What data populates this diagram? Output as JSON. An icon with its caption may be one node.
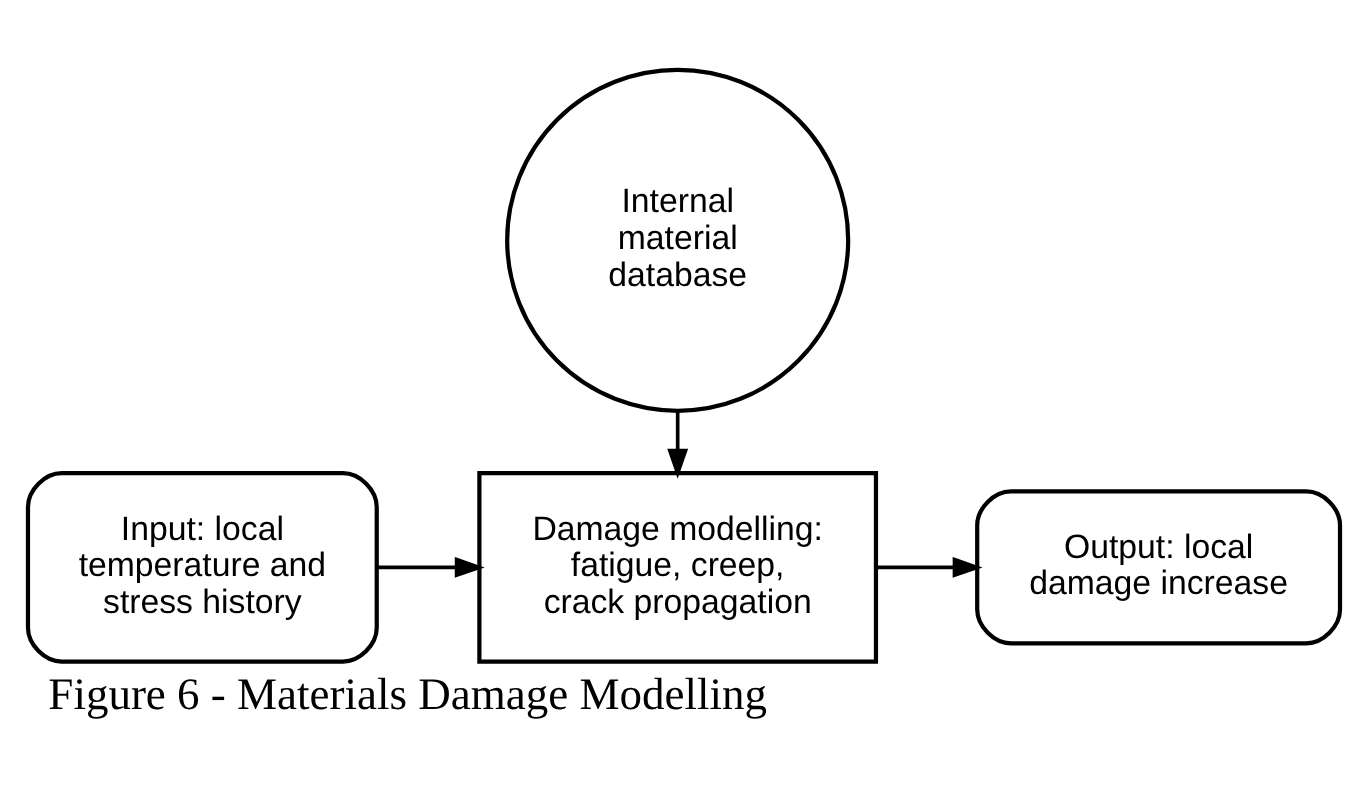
{
  "diagram": {
    "caption": "Figure 6 - Materials Damage Modelling",
    "nodes": [
      {
        "text": [
          "Internal material database"
        ]
      },
      {
        "text": [
          "Input: local temperature and stress history"
        ]
      },
      {
        "text": [
          "Damage modelling: fatigue, creep, crack propagation"
        ]
      },
      {
        "text": [
          "Output: local damage increase"
        ]
      }
    ],
    "edges": [
      {
        "from": 1,
        "to": 2,
        "arrow": "to"
      },
      {
        "from": 2,
        "to": 3,
        "arrow": "to"
      },
      {
        "from": 0,
        "to": 2,
        "arrow": "to"
      }
    ]
  }
}
